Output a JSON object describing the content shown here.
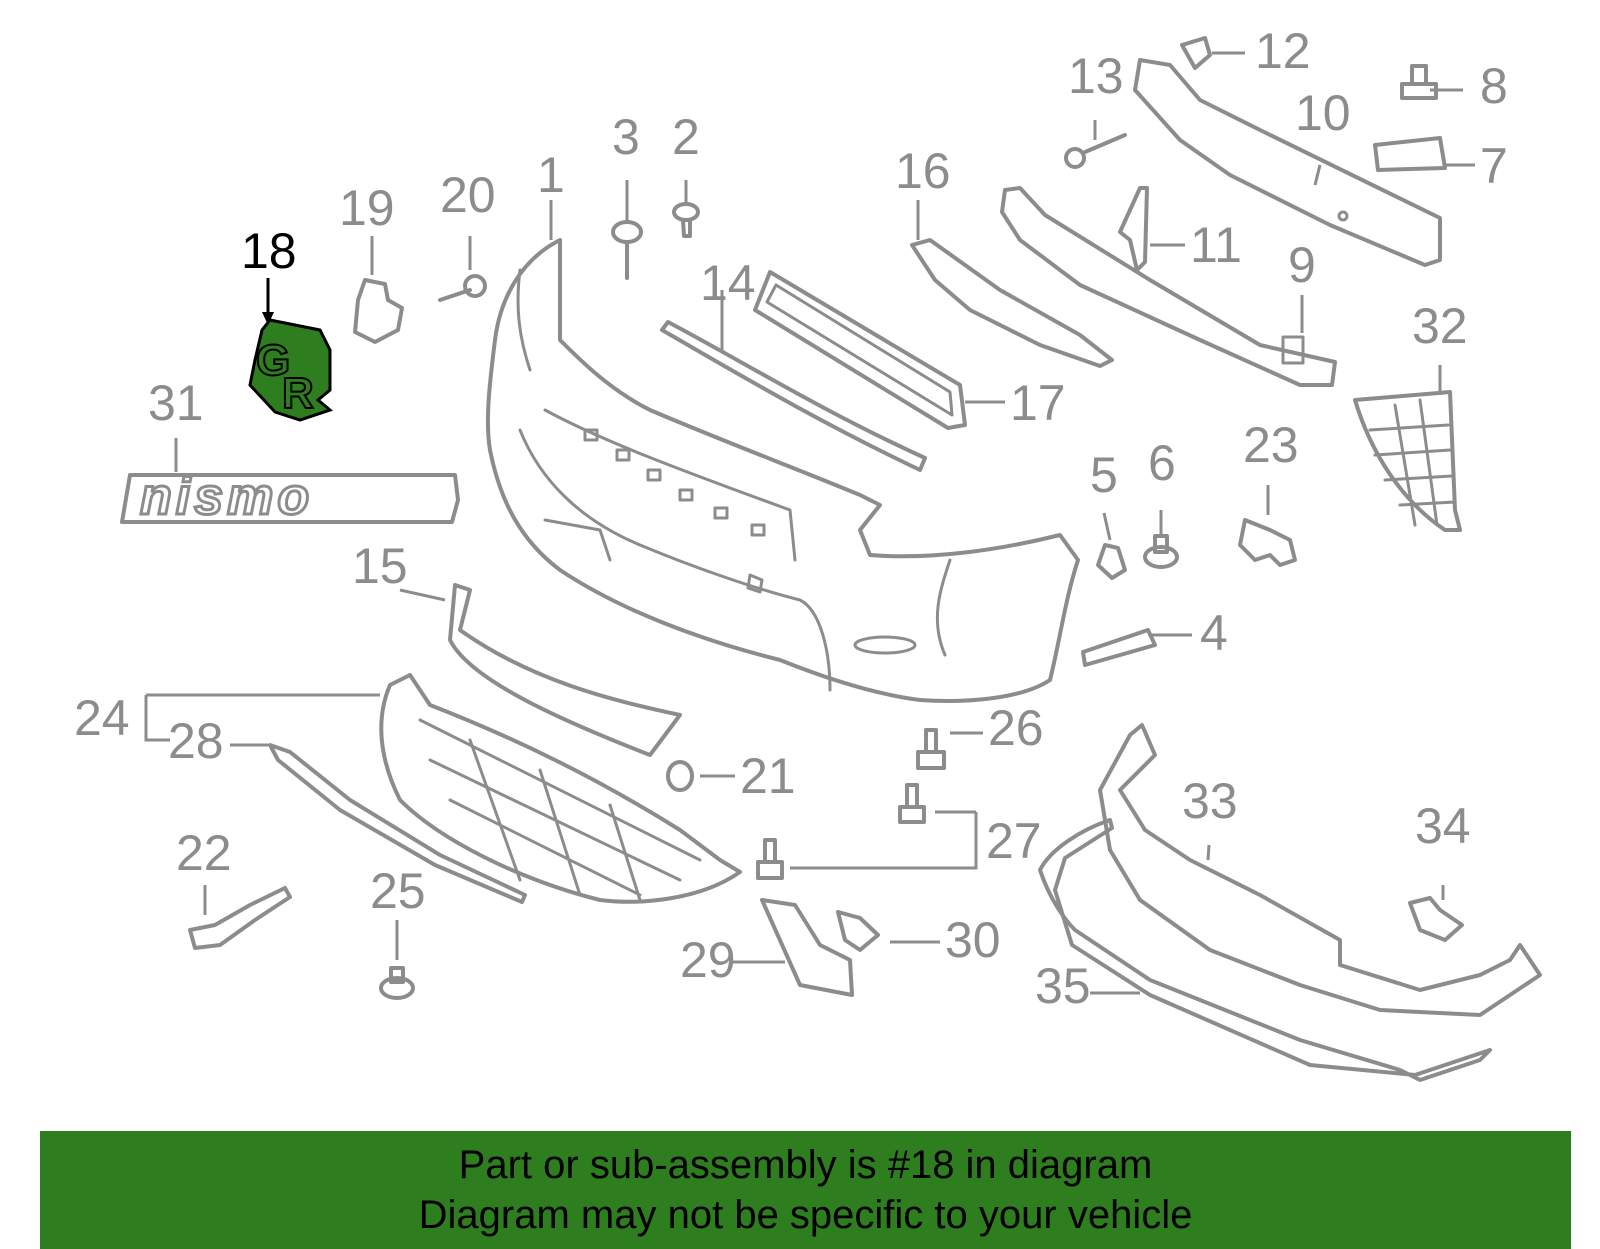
{
  "diagram": {
    "highlight_color": "#2e7d1f",
    "part_color": "#8c8c8c",
    "highlighted_part": "18",
    "callouts": [
      "1",
      "2",
      "3",
      "4",
      "5",
      "6",
      "7",
      "8",
      "9",
      "10",
      "11",
      "12",
      "13",
      "14",
      "15",
      "16",
      "17",
      "18",
      "19",
      "20",
      "21",
      "22",
      "23",
      "24",
      "25",
      "26",
      "27",
      "28",
      "29",
      "30",
      "31",
      "32",
      "33",
      "34",
      "35"
    ],
    "badge_text": "nismo"
  },
  "banner": {
    "line1": "Part or sub-assembly is #18 in diagram",
    "line2": "Diagram may not be specific to your vehicle",
    "color": "#2e7d1f"
  }
}
